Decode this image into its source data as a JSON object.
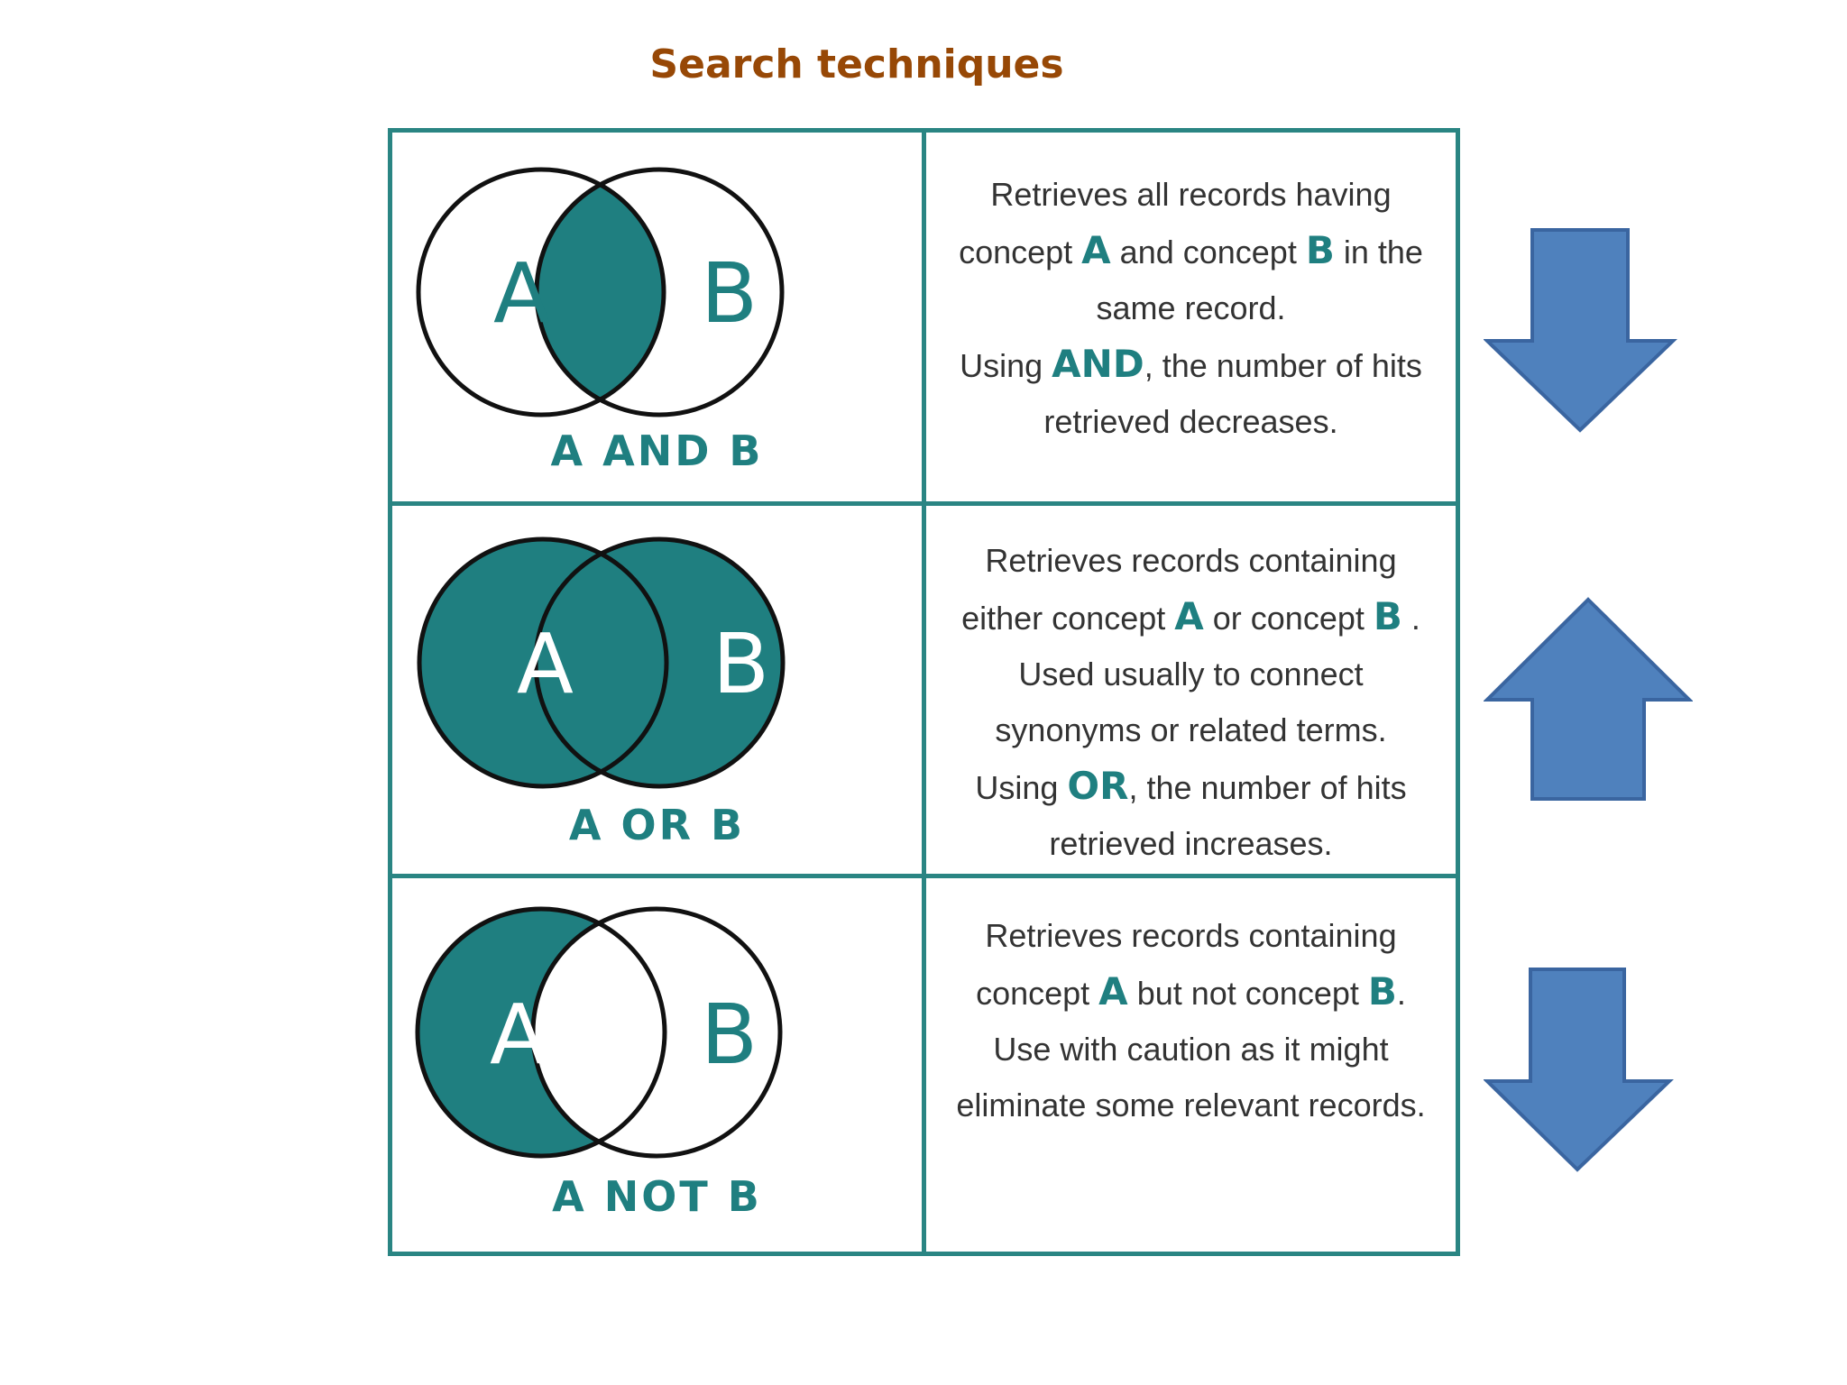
{
  "title": "Search techniques",
  "colors": {
    "title": "#974806",
    "teal": "#1f7f80",
    "border": "#2a8583",
    "text": "#333333",
    "arrow_fill": "#4f81bd",
    "arrow_stroke": "#3a65a0"
  },
  "rows": [
    {
      "venn_label_a": "A",
      "venn_label_b": "B",
      "venn_fill": "intersection",
      "operator_label": "A AND B",
      "description": {
        "line1": "Retrieves all records having",
        "line2_pre": "concept ",
        "line2_a": "A",
        "line2_mid": " and concept ",
        "line2_b": "B",
        "line2_post": " in the",
        "line3": "same record.",
        "line4_pre": "Using ",
        "line4_op": "AND",
        "line4_post": ", the number of hits",
        "line5": "retrieved decreases."
      },
      "arrow": "down-arrow"
    },
    {
      "venn_label_a": "A",
      "venn_label_b": "B",
      "venn_fill": "union",
      "operator_label": "A OR B",
      "description": {
        "line1": "Retrieves records containing",
        "line2_pre": "either concept ",
        "line2_a": "A",
        "line2_mid": " or concept ",
        "line2_b": "B",
        "line2_post": " .",
        "line3": "Used usually to connect",
        "line4": "synonyms or related terms.",
        "line5_pre": "Using ",
        "line5_op": "OR",
        "line5_post": ", the number of hits",
        "line6": "retrieved increases."
      },
      "arrow": "up-arrow"
    },
    {
      "venn_label_a": "A",
      "venn_label_b": "B",
      "venn_fill": "difference",
      "operator_label": "A NOT B",
      "description": {
        "line1": "Retrieves records containing",
        "line2_pre": "concept ",
        "line2_a": "A",
        "line2_mid": " but not concept ",
        "line2_b": "B",
        "line2_post": ".",
        "line3": "Use with caution as it might",
        "line4": "eliminate some relevant records."
      },
      "arrow": "down-arrow"
    }
  ]
}
